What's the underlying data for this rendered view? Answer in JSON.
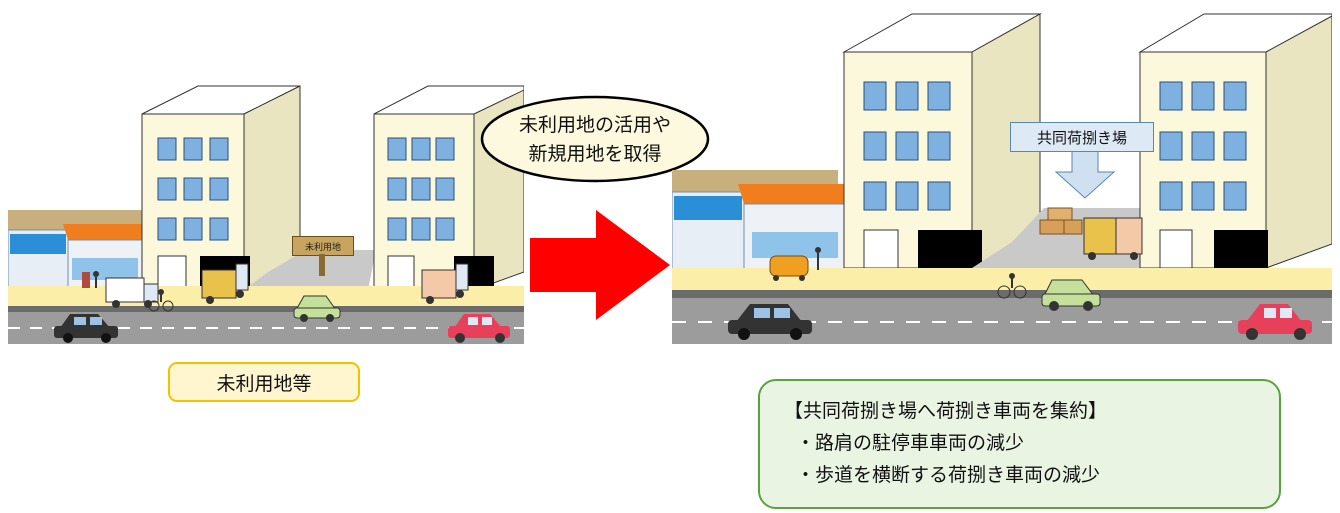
{
  "before": {
    "sign_text": "未利用地",
    "caption": "未利用地等"
  },
  "transition": {
    "bubble_line1": "未利用地の活用や",
    "bubble_line2": "新規用地を取得"
  },
  "after": {
    "area_label": "共同荷捌き場"
  },
  "benefits": {
    "title": "【共同荷捌き場へ荷捌き車両を集約】",
    "items": [
      "・路肩の駐停車車両の減少",
      "・歩道を横断する荷捌き車両の減少"
    ]
  },
  "colors": {
    "arrow": "#ff0000",
    "building": "#fbf8dc",
    "sidewalk": "#fbeea8",
    "road": "#9c9c9c",
    "window": "#7fb1e0",
    "caption_border": "#f2c200",
    "note_border": "#5aa33c"
  }
}
